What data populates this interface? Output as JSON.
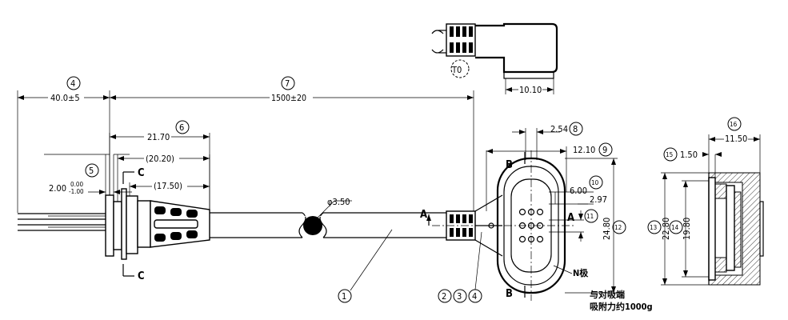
{
  "callouts": {
    "c1": "1",
    "c2": "2",
    "c3": "3",
    "c4": "4",
    "c5": "5",
    "c6": "6",
    "c7": "7",
    "c8": "8",
    "c9": "9",
    "c10": "10",
    "c11": "11",
    "c12": "12",
    "c13": "13",
    "c14": "14",
    "c15": "15",
    "c16": "16",
    "t0": "T0"
  },
  "dimensions": {
    "strip": "40.0±5",
    "cable_length": "1500±20",
    "d_2170": "21.70",
    "d_2020": "(20.20)",
    "d_1750": "(17.50)",
    "d_200": "2.00",
    "d_200_upper": "0.00",
    "d_200_lower": "-1.00",
    "diameter": "φ3.50",
    "d_1010": "10.10",
    "d_254": "2.54",
    "d_1210": "12.10",
    "d_600": "6.00",
    "d_297": "2.97",
    "d_2480": "24.80",
    "d_1150": "11.50",
    "d_150": "1.50",
    "d_2280": "22.80",
    "d_1980": "19.80"
  },
  "section_labels": {
    "a": "A",
    "b": "B",
    "c": "C"
  },
  "notes": {
    "pole": "N极",
    "attract_line1": "与对吸端",
    "attract_line2": "吸附力约1000g"
  }
}
